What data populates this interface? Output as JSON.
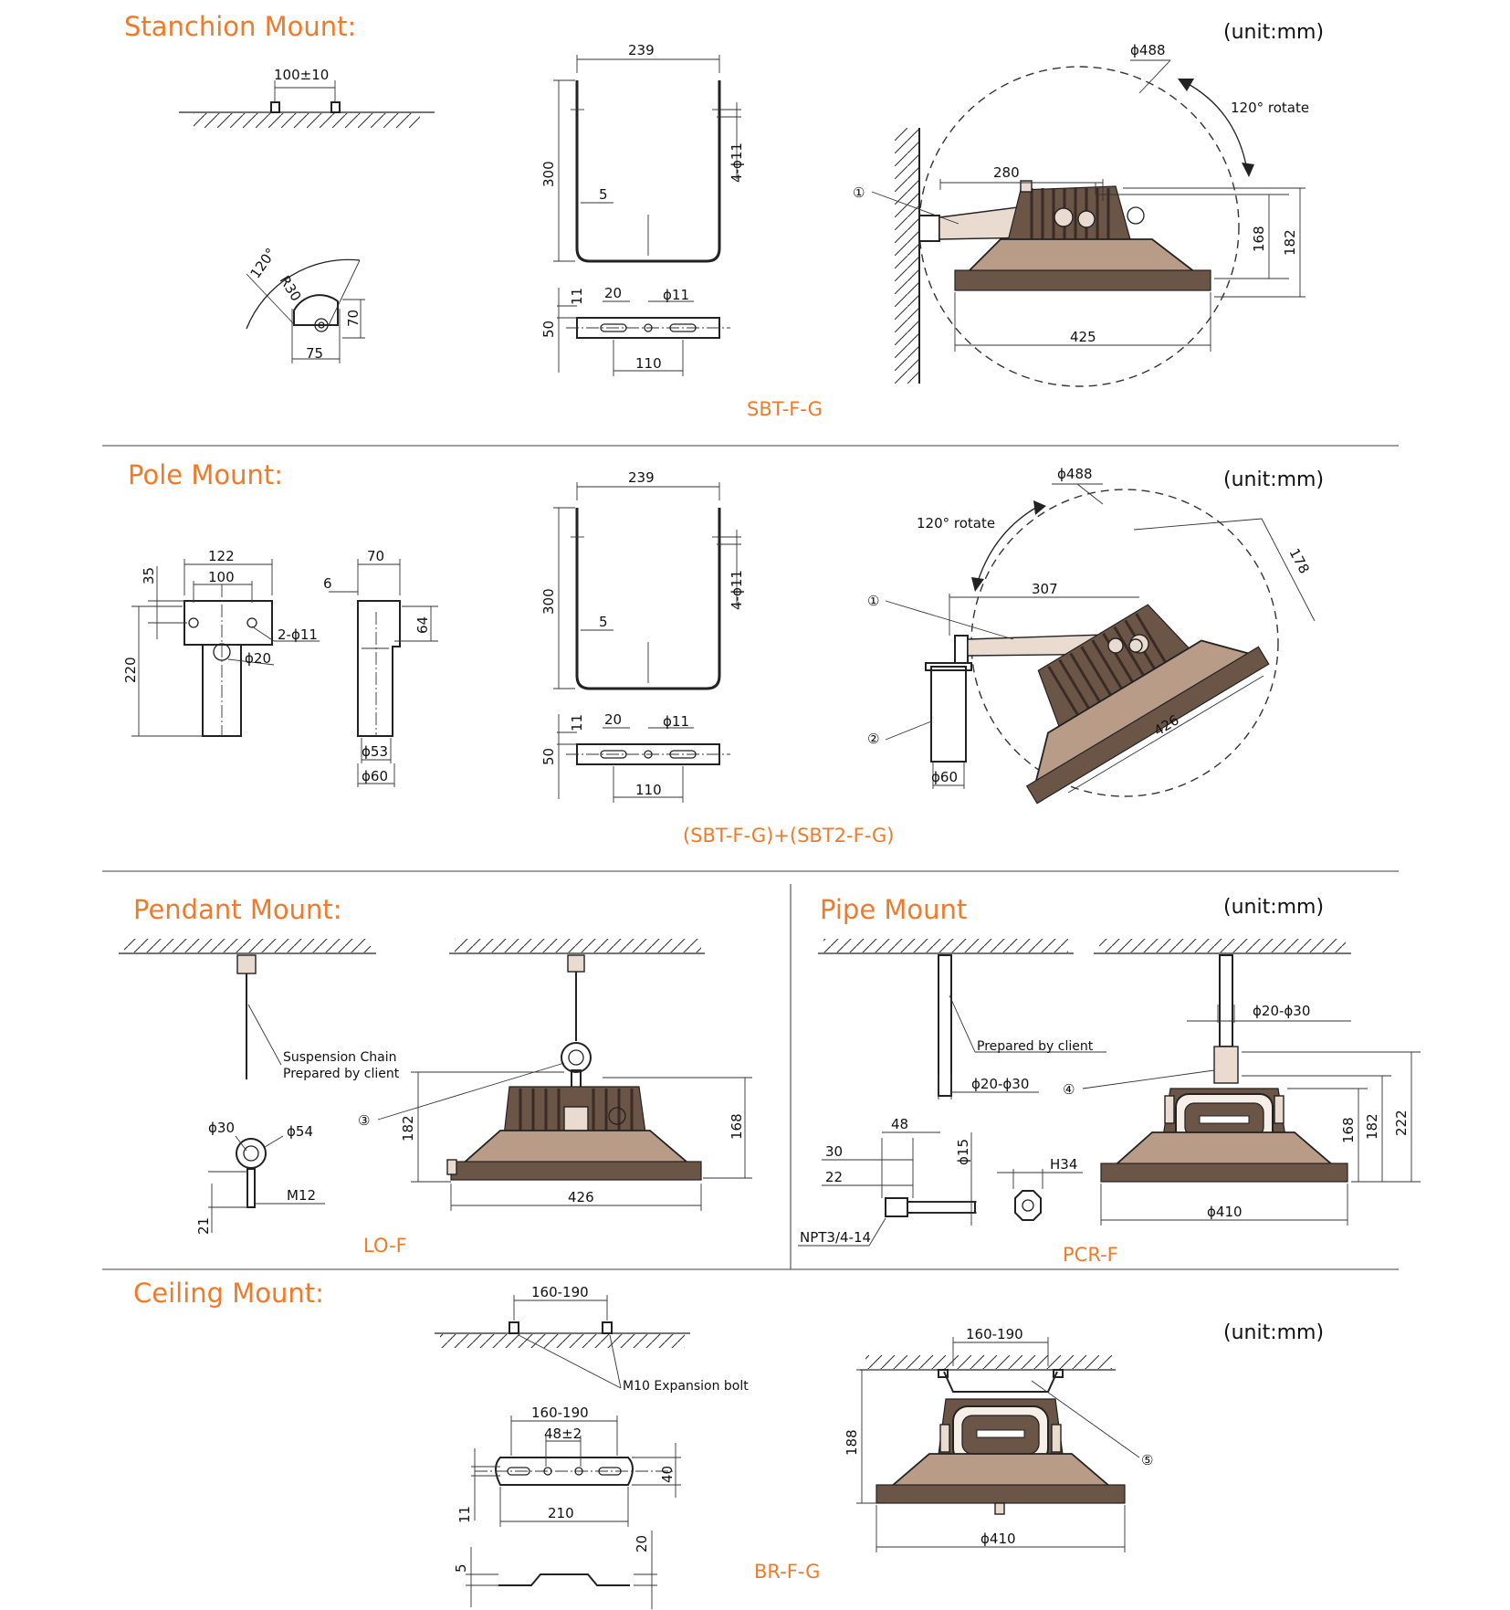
{
  "colors": {
    "title": "#f07a2a",
    "model": "#f07a2a",
    "line": "#222222",
    "lamp_body": "#b99c88"
  },
  "unit_label": "(unit:mm)",
  "stanchion": {
    "title": "Stanchion Mount:",
    "model": "SBT-F-G",
    "dims": {
      "bolt_spacing": "100±10",
      "angle": "120°",
      "radius": "R30",
      "height70": "70",
      "width75": "75",
      "width239": "239",
      "height300": "300",
      "thick5": "5",
      "holes": "4-ϕ11",
      "d11": "11",
      "d20": "20",
      "phi11": "ϕ11",
      "d50": "50",
      "d110": "110",
      "phi488": "ϕ488",
      "rotate": "120° rotate",
      "arm280": "280",
      "h168": "168",
      "h182": "182",
      "w425": "425"
    },
    "callout": "①"
  },
  "pole": {
    "title": "Pole Mount:",
    "model": "(SBT-F-G)+(SBT2-F-G)",
    "dims": {
      "d35": "35",
      "w122": "122",
      "w100": "100",
      "h220": "220",
      "holes": "2-ϕ11",
      "phi20": "ϕ20",
      "d6": "6",
      "w70": "70",
      "h64": "64",
      "phi53": "ϕ53",
      "phi60a": "ϕ60",
      "width239": "239",
      "height300": "300",
      "thick5": "5",
      "holes4": "4-ϕ11",
      "d11": "11",
      "d20": "20",
      "phi11": "ϕ11",
      "d50": "50",
      "d110": "110",
      "phi488": "ϕ488",
      "rotate": "120° rotate",
      "arm307": "307",
      "d178": "178",
      "w426": "426",
      "phi60b": "ϕ60"
    },
    "callouts": [
      "①",
      "②"
    ]
  },
  "pendant": {
    "title": "Pendant Mount:",
    "model": "LO-F",
    "chain_note1": "Suspension Chain",
    "chain_note2": "Prepared by client",
    "dims": {
      "phi30": "ϕ30",
      "phi54": "ϕ54",
      "m12": "M12",
      "d21": "21",
      "h182": "182",
      "h168": "168",
      "w426": "426"
    },
    "callout": "③"
  },
  "pipe": {
    "title": "Pipe Mount",
    "model": "PCR-F",
    "note": "Prepared by client",
    "dims": {
      "pipe_range": "ϕ20-ϕ30",
      "pipe_range2": "ϕ20-ϕ30",
      "d48": "48",
      "d30": "30",
      "d22": "22",
      "phi15": "ϕ15",
      "h34": "H34",
      "npt": "NPT3/4-14",
      "h168": "168",
      "h182": "182",
      "h222": "222",
      "phi410": "ϕ410"
    },
    "callout": "④"
  },
  "ceiling": {
    "title": "Ceiling Mount:",
    "model": "BR-F-G",
    "bolt_note": "M10 Expansion bolt",
    "dims": {
      "r1": "160-190",
      "r2": "160-190",
      "d48": "48±2",
      "h40": "40",
      "d11": "11",
      "w210": "210",
      "d5": "5",
      "d20": "20",
      "r3": "160-190",
      "h188": "188",
      "phi410": "ϕ410"
    },
    "callout": "⑤"
  }
}
